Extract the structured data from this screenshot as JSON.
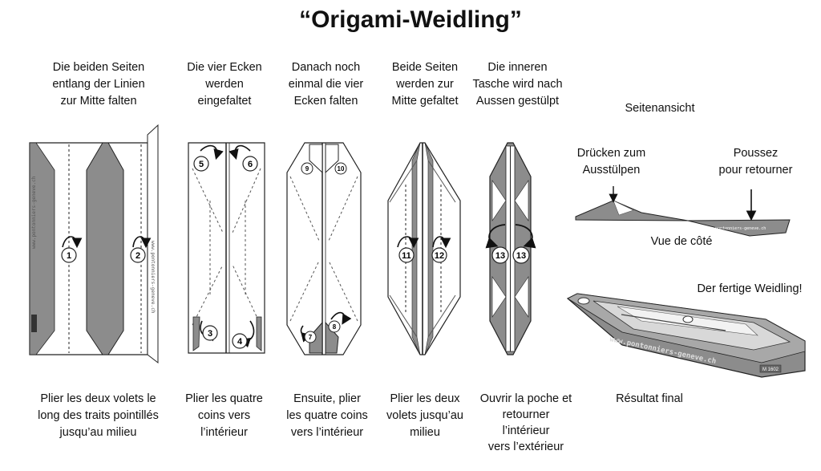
{
  "title": "“Origami-Weidling”",
  "steps": [
    {
      "top_lines": [
        "Die beiden Seiten",
        "entlang der Linien",
        "zur Mitte falten"
      ],
      "bottom_lines": [
        "Plier les deux volets le",
        "long des traits pointillés",
        "jusqu’au milieu"
      ],
      "numbers": [
        "1",
        "2"
      ]
    },
    {
      "top_lines": [
        "Die vier Ecken",
        "werden",
        "eingefaltet"
      ],
      "bottom_lines": [
        "Plier les quatre",
        "coins vers",
        "l’intérieur"
      ],
      "numbers": [
        "5",
        "6",
        "3",
        "4"
      ]
    },
    {
      "top_lines": [
        "Danach noch",
        "einmal die vier",
        "Ecken falten"
      ],
      "bottom_lines": [
        "Ensuite, plier",
        "les quatre coins",
        "vers l’intérieur"
      ],
      "numbers": [
        "9",
        "10",
        "7",
        "8"
      ]
    },
    {
      "top_lines": [
        "Beide Seiten",
        "werden zur",
        "Mitte gefaltet"
      ],
      "bottom_lines": [
        "Plier les deux",
        "volets jusqu’au",
        "milieu"
      ],
      "numbers": [
        "11",
        "12"
      ]
    },
    {
      "top_lines": [
        "Die inneren",
        "Tasche wird nach",
        "Aussen gestülpt"
      ],
      "bottom_lines": [
        "Ouvrir la poche et",
        "retourner",
        "l’intérieur",
        "vers l’extérieur"
      ],
      "numbers": [
        "13",
        "13"
      ]
    }
  ],
  "side_view": {
    "heading": "Seitenansicht",
    "press_lines": [
      "Drücken zum",
      "Ausstülpen"
    ],
    "push_lines": [
      "Poussez",
      "pour retourner"
    ],
    "caption": "Vue de côté"
  },
  "final": {
    "label": "Der fertige Weidling!",
    "caption": "Résultat final",
    "hull_text": "www.pontonniers-geneve.ch",
    "badge": "M 1602"
  },
  "colors": {
    "paper_gray": "#8c8c8c",
    "line": "#222222"
  }
}
